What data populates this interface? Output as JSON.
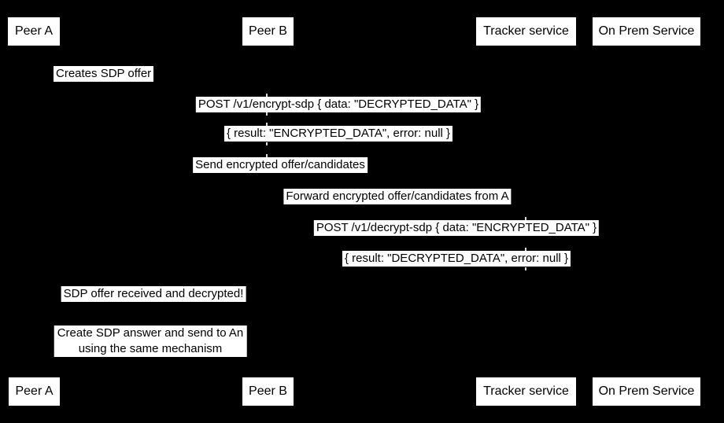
{
  "diagram": {
    "type": "sequence-diagram",
    "colors": {
      "background": "#000000",
      "box_fill": "#ffffff",
      "text": "#000000"
    },
    "actors": {
      "peer_a": "Peer A",
      "peer_b": "Peer B",
      "tracker": "Tracker service",
      "on_prem": "On Prem Service"
    },
    "messages": {
      "creates_offer": "Creates SDP offer",
      "post_encrypt": "POST /v1/encrypt-sdp { data: \"DECRYPTED_DATA\" }",
      "encrypt_result": "{ result: \"ENCRYPTED_DATA\", error: null }",
      "send_encrypted": "Send encrypted offer/candidates",
      "forward_encrypted": "Forward encrypted offer/candidates from A",
      "post_decrypt": "POST /v1/decrypt-sdp { data: \"ENCRYPTED_DATA\" }",
      "decrypt_result": "{ result: \"DECRYPTED_DATA\", error: null }",
      "offer_received": "SDP offer received and decrypted!",
      "create_answer": "Create SDP answer and send to An\nusing the same mechanism"
    }
  }
}
